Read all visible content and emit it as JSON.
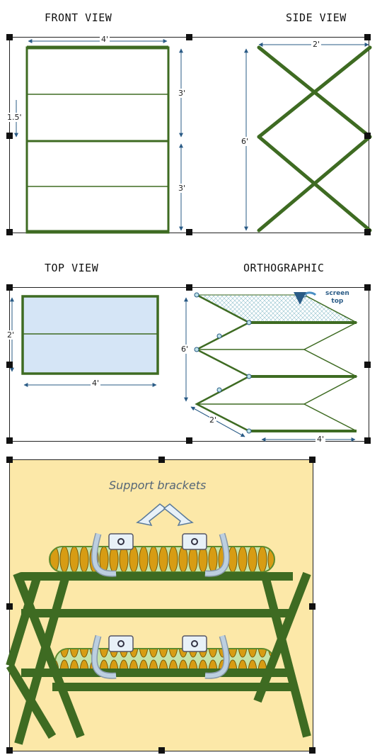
{
  "views": {
    "front": {
      "title": "FRONT VIEW",
      "width": "4'",
      "left": "1.5'",
      "upper": "3'",
      "lower": "3'"
    },
    "side": {
      "title": "SIDE VIEW",
      "width": "2'",
      "height": "6'"
    },
    "top": {
      "title": "TOP VIEW",
      "depth": "2'",
      "width": "4'"
    },
    "ortho": {
      "title": "ORTHOGRAPHIC",
      "height": "6'",
      "depth": "2'",
      "width": "4'",
      "screen_label_1": "screen",
      "screen_label_2": "top"
    }
  },
  "illustration": {
    "caption": "Support brackets"
  },
  "colors": {
    "frame": "#3e6b22",
    "dim": "#2a5b86",
    "top_fill": "#d5e5f6",
    "bg_illus": "#fce8a8",
    "coil": "#d79c14",
    "bracket": "#9fb3c8"
  }
}
